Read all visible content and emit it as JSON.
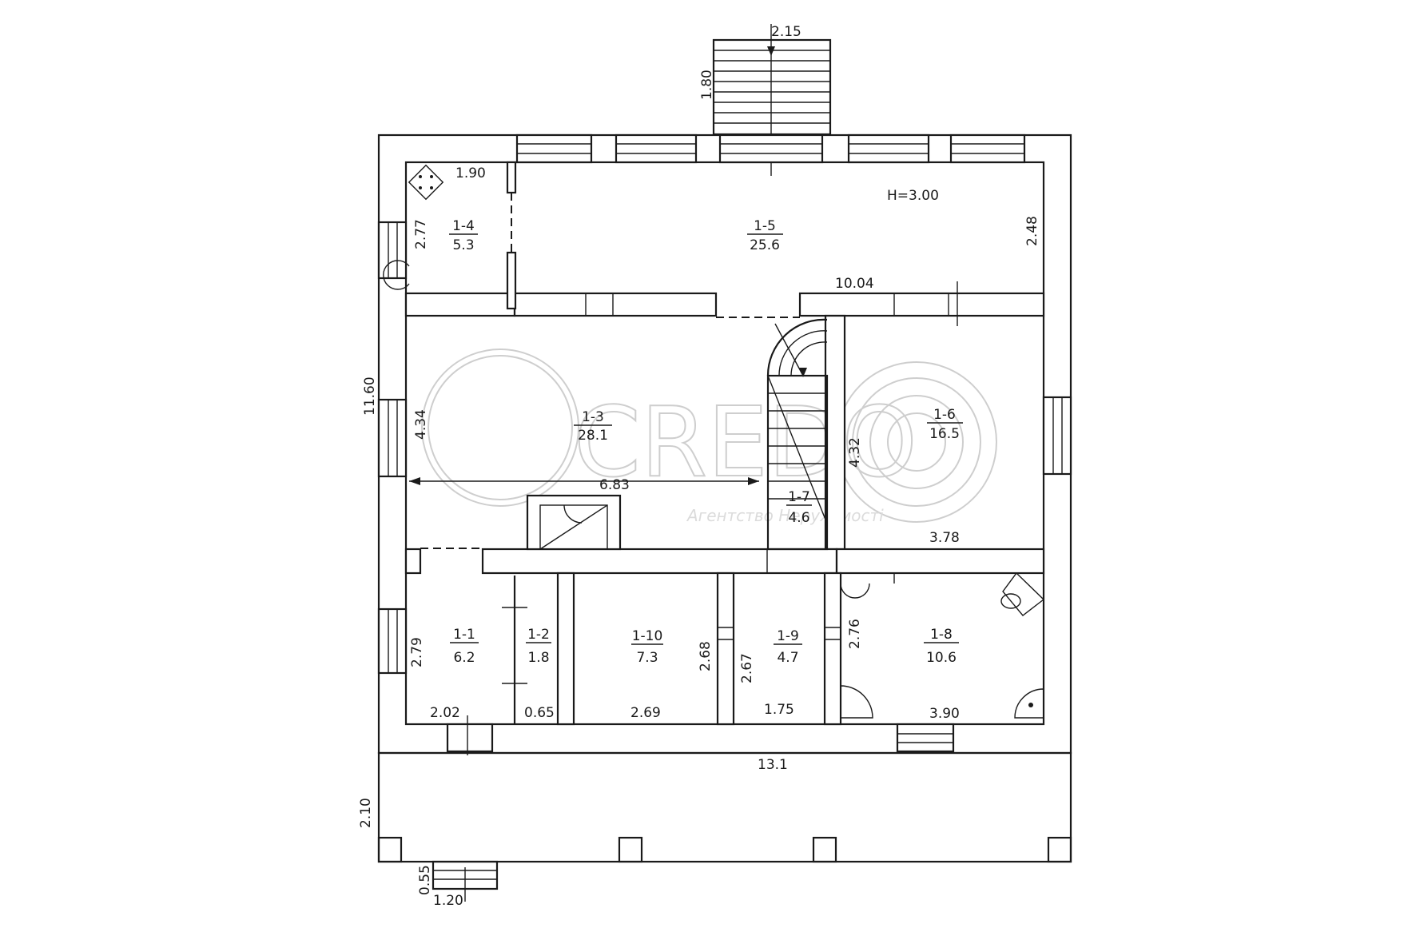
{
  "plan": {
    "ceiling_height": "H=3.00",
    "rooms": [
      {
        "id": "1-1",
        "area": "6.2"
      },
      {
        "id": "1-2",
        "area": "1.8"
      },
      {
        "id": "1-3",
        "area": "28.1"
      },
      {
        "id": "1-4",
        "area": "5.3"
      },
      {
        "id": "1-5",
        "area": "25.6"
      },
      {
        "id": "1-6",
        "area": "16.5"
      },
      {
        "id": "1-7",
        "area": "4.6"
      },
      {
        "id": "1-8",
        "area": "10.6"
      },
      {
        "id": "1-9",
        "area": "4.7"
      },
      {
        "id": "1-10",
        "area": "7.3"
      }
    ],
    "dimensions": {
      "stair_top_width": "2.15",
      "stair_top_length": "1.80",
      "overall_height": "11.60",
      "r14_width": "1.90",
      "r14_height": "2.77",
      "r15_height": "2.48",
      "r15_width": "10.04",
      "r13_height": "4.34",
      "r13_width": "6.83",
      "r16_height": "4.32",
      "r16_width": "3.78",
      "r11_height": "2.79",
      "r11_width": "2.02",
      "r12_width": "0.65",
      "r110_height": "2.68",
      "r110_width": "2.69",
      "r19_height": "2.67",
      "r19_width": "1.75",
      "r18_height": "2.76",
      "r18_width": "3.90",
      "terrace_length": "13.1",
      "terrace_depth": "2.10",
      "step_depth": "0.55",
      "step_width": "1.20"
    }
  },
  "watermark": {
    "brand": "CREDO",
    "tagline": "Агентство Нерухомості"
  }
}
